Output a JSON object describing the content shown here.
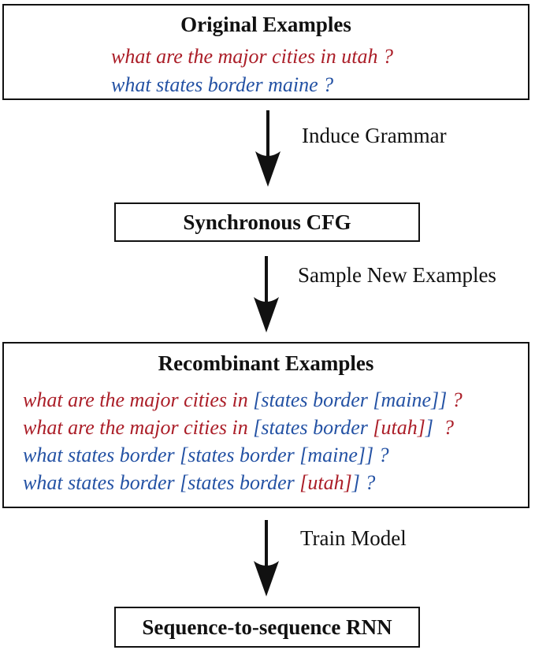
{
  "figure": {
    "type": "flowchart",
    "description": "Data recombination pipeline diagram"
  },
  "colors": {
    "red": "#AB1E28",
    "blue": "#2452A4",
    "black": "#111111"
  },
  "boxes": {
    "original": {
      "title": "Original Examples",
      "lines": [
        {
          "segments": [
            {
              "text": "what are the major cities in utah ?",
              "color": "red"
            }
          ]
        },
        {
          "segments": [
            {
              "text": "what states border maine ?",
              "color": "blue"
            }
          ]
        }
      ]
    },
    "scfg": {
      "title": "Synchronous CFG"
    },
    "recombinant": {
      "title": "Recombinant Examples",
      "lines": [
        {
          "segments": [
            {
              "text": "what are the major cities in ",
              "color": "red"
            },
            {
              "text": "[states border [maine]]",
              "color": "blue"
            },
            {
              "text": " ?",
              "color": "red"
            }
          ]
        },
        {
          "segments": [
            {
              "text": "what are the major cities in ",
              "color": "red"
            },
            {
              "text": "[states border ",
              "color": "blue"
            },
            {
              "text": "[utah]",
              "color": "red"
            },
            {
              "text": "]",
              "color": "blue"
            },
            {
              "text": "  ?",
              "color": "red"
            }
          ]
        },
        {
          "segments": [
            {
              "text": "what states border [states border [maine]] ?",
              "color": "blue"
            }
          ]
        },
        {
          "segments": [
            {
              "text": "what states border [states border ",
              "color": "blue"
            },
            {
              "text": "[utah]",
              "color": "red"
            },
            {
              "text": "] ?",
              "color": "blue"
            }
          ]
        }
      ]
    },
    "rnn": {
      "title": "Sequence-to-sequence RNN"
    }
  },
  "arrows": [
    {
      "label": "Induce Grammar"
    },
    {
      "label": "Sample New Examples"
    },
    {
      "label": "Train Model"
    }
  ]
}
